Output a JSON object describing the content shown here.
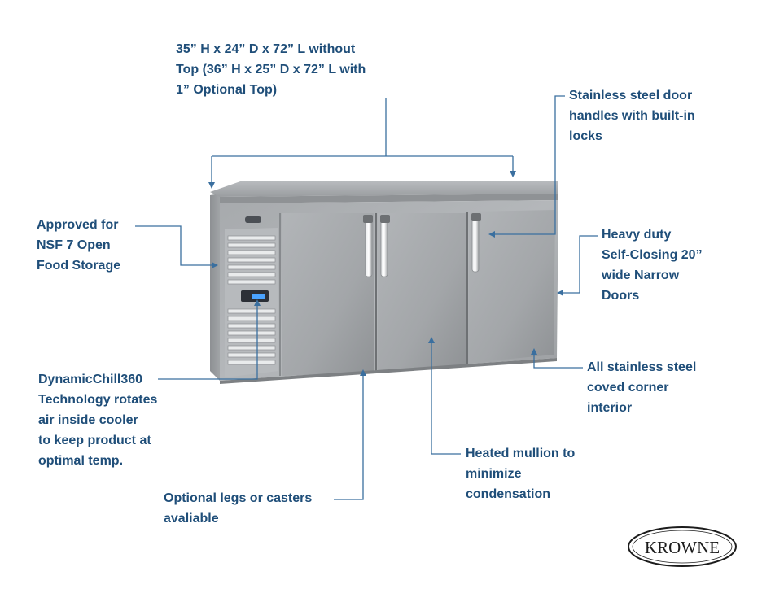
{
  "callouts": {
    "dimensions": [
      "35” H x 24” D x 72” L without",
      "Top (36” H x 25” D x 72” L with",
      "1” Optional Top)"
    ],
    "handles": [
      "Stainless steel door",
      "handles with built-in",
      "locks"
    ],
    "nsf": [
      "Approved for",
      "NSF 7 Open",
      "Food Storage"
    ],
    "doors": [
      "Heavy duty",
      "Self-Closing 20”",
      "wide Narrow",
      "Doors"
    ],
    "interior": [
      "All stainless steel",
      "coved corner",
      "interior"
    ],
    "chill": [
      "DynamicChill360",
      "Technology rotates",
      "air inside cooler",
      "to keep product at",
      "optimal temp."
    ],
    "mullion": [
      "Heated mullion to",
      "minimize",
      "condensation"
    ],
    "legs": [
      "Optional legs or casters",
      "avaliable"
    ]
  },
  "logo": {
    "text": "KROWNE"
  },
  "colors": {
    "text": "#1f4e79",
    "leader": "#3a6f9f",
    "steel_light": "#c9cbcd",
    "steel_dark": "#8e9194"
  }
}
